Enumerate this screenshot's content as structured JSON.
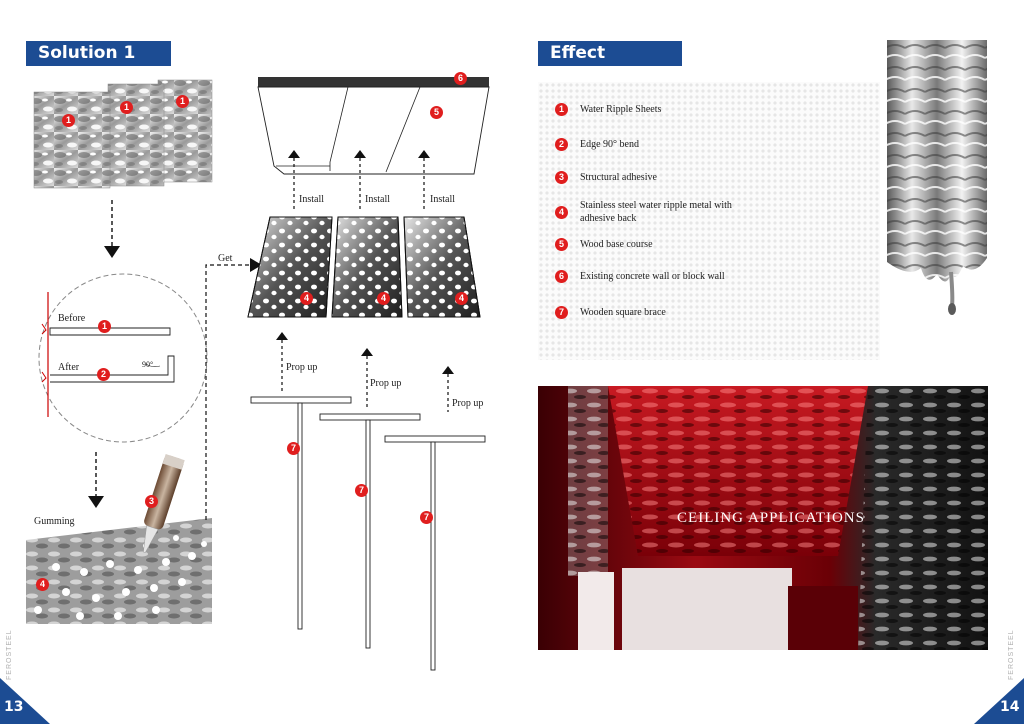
{
  "left_page": {
    "header": "Solution 1",
    "page_number": "13",
    "brand_vertical": "FEROSTEEL",
    "labels": {
      "before": "Before",
      "after": "After",
      "angle": "90°",
      "gumming": "Gumming",
      "get": "Get",
      "install": "Install",
      "prop_up": "Prop up"
    }
  },
  "right_page": {
    "header": "Effect",
    "page_number": "14",
    "brand_vertical": "FEROSTEEL",
    "legend": [
      {
        "num": "1",
        "text": "Water Ripple Sheets"
      },
      {
        "num": "2",
        "text": "Edge 90° bend"
      },
      {
        "num": "3",
        "text": "Structural adhesive"
      },
      {
        "num": "4",
        "text": "Stainless steel water ripple metal with adhesive back"
      },
      {
        "num": "5",
        "text": "Wood base course"
      },
      {
        "num": "6",
        "text": "Existing concrete wall or block wall"
      },
      {
        "num": "7",
        "text": "Wooden square brace"
      }
    ],
    "photo_caption": "CEILING APPLICATIONS"
  },
  "colors": {
    "header_blue": "#1c4c93",
    "badge_red": "#e01e1e",
    "corner_blue": "#1c4c93"
  }
}
